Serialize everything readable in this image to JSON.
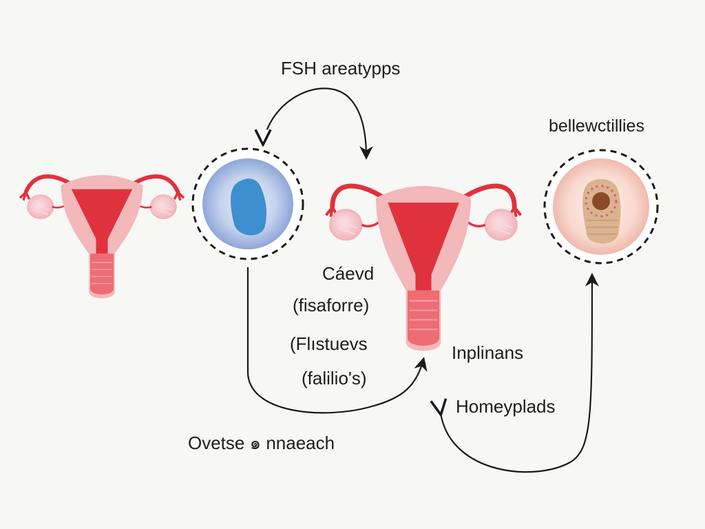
{
  "colors": {
    "background": "#f7f7f5",
    "uterus_outer": "#f2b8ba",
    "uterus_inner": "#e0323c",
    "ovary": "#f4c6cc",
    "follicle_blue": "#3d8fd0",
    "embryo_tan": "#d9b48f",
    "arrow": "#1a1a1a"
  },
  "icons": [
    "uterus-icon",
    "follicle-circle-icon",
    "uterus-icon",
    "embryo-circle-icon"
  ],
  "labels": {
    "top": "FSH areatypps",
    "right_top": "bellewctillies",
    "center_line1": "Cáevd",
    "center_line2": "(fisaforre)",
    "center_line3": "(Flıstuevs",
    "center_line4": "(falilio's)",
    "implant": "Inplinans",
    "home": "Homeyplads",
    "bottom": "Ovetse ๑ nnaeach"
  }
}
